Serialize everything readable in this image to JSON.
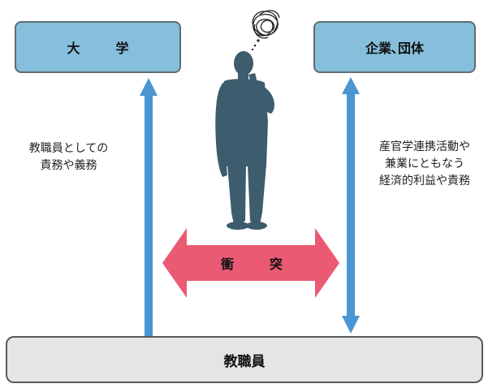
{
  "university": {
    "label": "大　学"
  },
  "corporation": {
    "label": "企業､団体"
  },
  "staff": {
    "label": "教職員"
  },
  "left_note": {
    "line1": "教職員としての",
    "line2": "責務や義務"
  },
  "right_note": {
    "line1": "産官学連携活動や",
    "line2": "兼業にともなう",
    "line3": "経済的利益や責務"
  },
  "conflict": {
    "label": "衝　突"
  },
  "colors": {
    "top_box_fill": "#86bfdc",
    "arrow_blue": "#4a96d2",
    "conflict_red": "#ea5a73",
    "silhouette": "#3d5c6d",
    "bottom_box_fill": "#e4e5e6"
  }
}
